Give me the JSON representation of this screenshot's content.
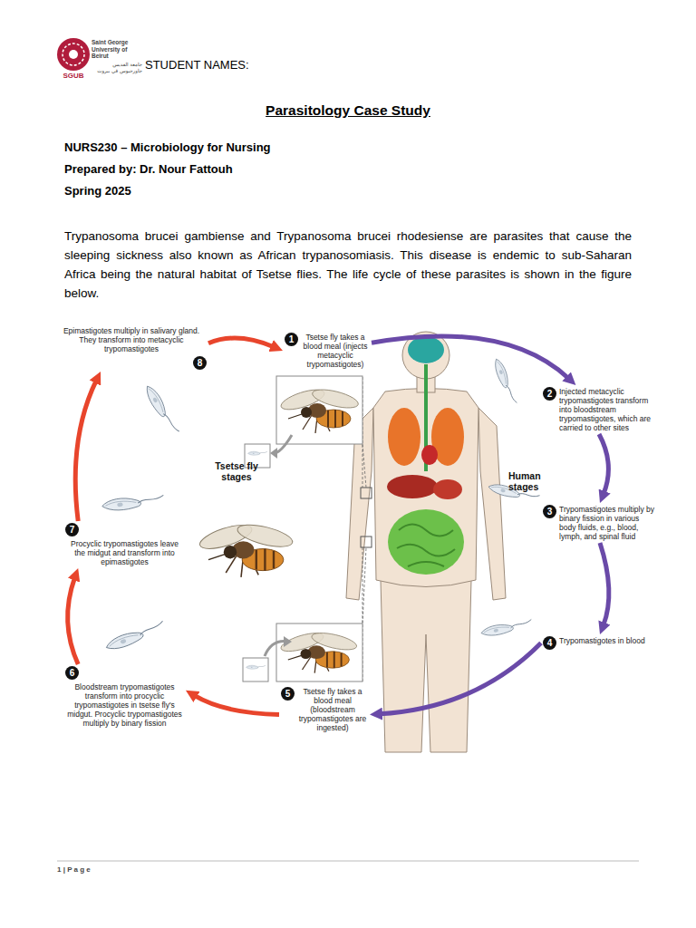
{
  "diagram": {
    "title": "Parasitology Case Study",
    "nodes": [
      {
        "text": [
          "1",
          "Tsetse fly takes a blood meal (injects metacyclic trypomastigotes)"
        ]
      },
      {
        "text": [
          "2",
          "Injected metacyclic trypomastigotes transform into bloodstream trypomastigotes, which are carried to other sites"
        ]
      },
      {
        "text": [
          "3",
          "Trypomastigotes multiply by binary fission in various body fluids, e.g., blood, lymph, and spinal fluid"
        ]
      },
      {
        "text": [
          "4",
          "Trypomastigotes in blood"
        ]
      },
      {
        "text": [
          "5",
          "Tsetse fly takes a blood meal (bloodstream trypomastigotes are ingested)"
        ]
      },
      {
        "text": [
          "6",
          "Bloodstream trypomastigotes transform into procyclic trypomastigotes in tsetse fly's midgut. Procyclic trypomastigotes multiply by binary fission"
        ]
      },
      {
        "text": [
          "7",
          "Procyclic trypomastigotes leave the midgut and transform into epimastigotes"
        ]
      },
      {
        "text": [
          "8",
          "Epimastigotes multiply in salivary gland. They transform into metacyclic trypomastigotes"
        ]
      }
    ],
    "edges": [
      {
        "from": 0,
        "to": 1,
        "arrow": "to"
      },
      {
        "from": 1,
        "to": 2,
        "arrow": "to"
      },
      {
        "from": 2,
        "to": 3,
        "arrow": "to"
      },
      {
        "from": 3,
        "to": 4,
        "arrow": "to"
      },
      {
        "from": 4,
        "to": 5,
        "arrow": "to"
      },
      {
        "from": 5,
        "to": 6,
        "arrow": "to"
      },
      {
        "from": 6,
        "to": 7,
        "arrow": "to"
      },
      {
        "from": 7,
        "to": 0,
        "arrow": "to"
      }
    ],
    "labels": [
      "SGUB",
      "Saint George University of Beirut",
      "جامعة القديس جاورجيوس في بيروت",
      "STUDENT NAMES:",
      "NURS230 – Microbiology for Nursing",
      "Prepared by: Dr. Nour Fattouh",
      "Spring 2025",
      "Trypanosoma brucei gambiense and Trypanosoma brucei rhodesiense are parasites that cause the sleeping sickness also known as African trypanosomiasis. This disease is endemic to sub-Saharan Africa being the natural habitat of Tsetse flies. The life cycle of these parasites is shown in the figure below.",
      "Tsetse fly stages",
      "Human stages",
      "1 | P a g e"
    ]
  }
}
